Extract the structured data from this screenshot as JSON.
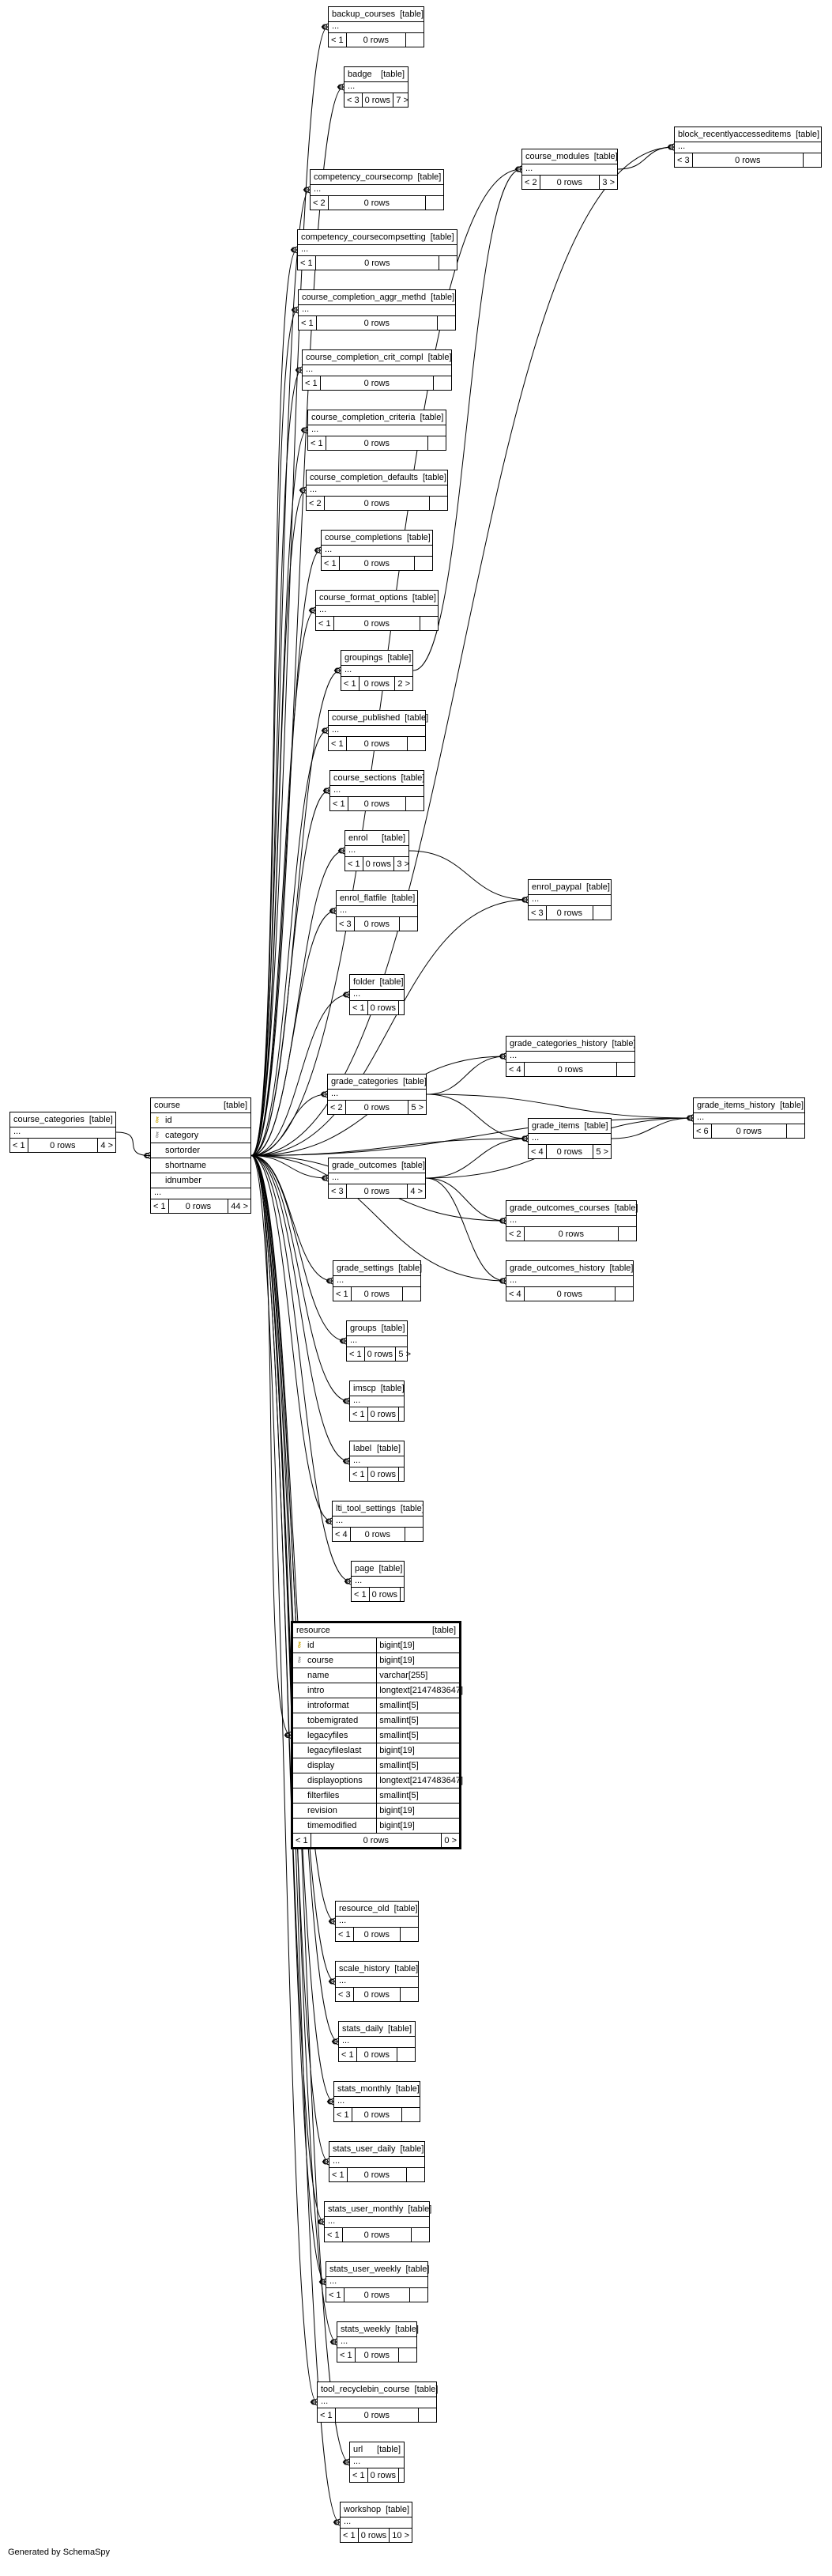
{
  "generated_by": "Generated by SchemaSpy",
  "key_glyph": "⚷",
  "tables": [
    {
      "id": "course_categories",
      "name": "course_categories",
      "kind": "[table]",
      "parents": "< 1",
      "rows": "0 rows",
      "children": "4 >"
    },
    {
      "id": "course",
      "name": "course",
      "kind": "[table]",
      "columns": [
        {
          "name": "id",
          "key": "pk"
        },
        {
          "name": "category",
          "key": "fk"
        },
        {
          "name": "sortorder"
        },
        {
          "name": "shortname"
        },
        {
          "name": "idnumber"
        }
      ],
      "more": "...",
      "parents": "< 1",
      "rows": "0 rows",
      "children": "44 >"
    },
    {
      "id": "backup_courses",
      "name": "backup_courses",
      "kind": "[table]",
      "parents": "< 1",
      "rows": "0 rows",
      "children": ""
    },
    {
      "id": "badge",
      "name": "badge",
      "kind": "[table]",
      "parents": "< 3",
      "rows": "0 rows",
      "children": "7 >"
    },
    {
      "id": "block_recentlyaccesseditems",
      "name": "block_recentlyaccesseditems",
      "kind": "[table]",
      "parents": "< 3",
      "rows": "0 rows",
      "children": ""
    },
    {
      "id": "course_modules",
      "name": "course_modules",
      "kind": "[table]",
      "parents": "< 2",
      "rows": "0 rows",
      "children": "3 >"
    },
    {
      "id": "competency_coursecomp",
      "name": "competency_coursecomp",
      "kind": "[table]",
      "parents": "< 2",
      "rows": "0 rows",
      "children": ""
    },
    {
      "id": "competency_coursecompsetting",
      "name": "competency_coursecompsetting",
      "kind": "[table]",
      "parents": "< 1",
      "rows": "0 rows",
      "children": ""
    },
    {
      "id": "course_completion_aggr_methd",
      "name": "course_completion_aggr_methd",
      "kind": "[table]",
      "parents": "< 1",
      "rows": "0 rows",
      "children": ""
    },
    {
      "id": "course_completion_crit_compl",
      "name": "course_completion_crit_compl",
      "kind": "[table]",
      "parents": "< 1",
      "rows": "0 rows",
      "children": ""
    },
    {
      "id": "course_completion_criteria",
      "name": "course_completion_criteria",
      "kind": "[table]",
      "parents": "< 1",
      "rows": "0 rows",
      "children": ""
    },
    {
      "id": "course_completion_defaults",
      "name": "course_completion_defaults",
      "kind": "[table]",
      "parents": "< 2",
      "rows": "0 rows",
      "children": ""
    },
    {
      "id": "course_completions",
      "name": "course_completions",
      "kind": "[table]",
      "parents": "< 1",
      "rows": "0 rows",
      "children": ""
    },
    {
      "id": "course_format_options",
      "name": "course_format_options",
      "kind": "[table]",
      "parents": "< 1",
      "rows": "0 rows",
      "children": ""
    },
    {
      "id": "groupings",
      "name": "groupings",
      "kind": "[table]",
      "parents": "< 1",
      "rows": "0 rows",
      "children": "2 >"
    },
    {
      "id": "course_published",
      "name": "course_published",
      "kind": "[table]",
      "parents": "< 1",
      "rows": "0 rows",
      "children": ""
    },
    {
      "id": "course_sections",
      "name": "course_sections",
      "kind": "[table]",
      "parents": "< 1",
      "rows": "0 rows",
      "children": ""
    },
    {
      "id": "enrol",
      "name": "enrol",
      "kind": "[table]",
      "parents": "< 1",
      "rows": "0 rows",
      "children": "3 >"
    },
    {
      "id": "enrol_paypal",
      "name": "enrol_paypal",
      "kind": "[table]",
      "parents": "< 3",
      "rows": "0 rows",
      "children": ""
    },
    {
      "id": "enrol_flatfile",
      "name": "enrol_flatfile",
      "kind": "[table]",
      "parents": "< 3",
      "rows": "0 rows",
      "children": ""
    },
    {
      "id": "folder",
      "name": "folder",
      "kind": "[table]",
      "parents": "< 1",
      "rows": "0 rows",
      "children": ""
    },
    {
      "id": "grade_categories_history",
      "name": "grade_categories_history",
      "kind": "[table]",
      "parents": "< 4",
      "rows": "0 rows",
      "children": ""
    },
    {
      "id": "grade_categories",
      "name": "grade_categories",
      "kind": "[table]",
      "parents": "< 2",
      "rows": "0 rows",
      "children": "5 >"
    },
    {
      "id": "grade_items",
      "name": "grade_items",
      "kind": "[table]",
      "parents": "< 4",
      "rows": "0 rows",
      "children": "5 >"
    },
    {
      "id": "grade_items_history",
      "name": "grade_items_history",
      "kind": "[table]",
      "parents": "< 6",
      "rows": "0 rows",
      "children": ""
    },
    {
      "id": "grade_outcomes",
      "name": "grade_outcomes",
      "kind": "[table]",
      "parents": "< 3",
      "rows": "0 rows",
      "children": "4 >"
    },
    {
      "id": "grade_outcomes_courses",
      "name": "grade_outcomes_courses",
      "kind": "[table]",
      "parents": "< 2",
      "rows": "0 rows",
      "children": ""
    },
    {
      "id": "grade_outcomes_history",
      "name": "grade_outcomes_history",
      "kind": "[table]",
      "parents": "< 4",
      "rows": "0 rows",
      "children": ""
    },
    {
      "id": "grade_settings",
      "name": "grade_settings",
      "kind": "[table]",
      "parents": "< 1",
      "rows": "0 rows",
      "children": ""
    },
    {
      "id": "groups",
      "name": "groups",
      "kind": "[table]",
      "parents": "< 1",
      "rows": "0 rows",
      "children": "5 >"
    },
    {
      "id": "imscp",
      "name": "imscp",
      "kind": "[table]",
      "parents": "< 1",
      "rows": "0 rows",
      "children": ""
    },
    {
      "id": "label",
      "name": "label",
      "kind": "[table]",
      "parents": "< 1",
      "rows": "0 rows",
      "children": ""
    },
    {
      "id": "lti_tool_settings",
      "name": "lti_tool_settings",
      "kind": "[table]",
      "parents": "< 4",
      "rows": "0 rows",
      "children": ""
    },
    {
      "id": "page",
      "name": "page",
      "kind": "[table]",
      "parents": "< 1",
      "rows": "0 rows",
      "children": ""
    },
    {
      "id": "resource",
      "name": "resource",
      "kind": "[table]",
      "focus": true,
      "columns": [
        {
          "name": "id",
          "type": "bigint[19]",
          "key": "pk"
        },
        {
          "name": "course",
          "type": "bigint[19]",
          "key": "fk"
        },
        {
          "name": "name",
          "type": "varchar[255]"
        },
        {
          "name": "intro",
          "type": "longtext[2147483647]"
        },
        {
          "name": "introformat",
          "type": "smallint[5]"
        },
        {
          "name": "tobemigrated",
          "type": "smallint[5]"
        },
        {
          "name": "legacyfiles",
          "type": "smallint[5]"
        },
        {
          "name": "legacyfileslast",
          "type": "bigint[19]"
        },
        {
          "name": "display",
          "type": "smallint[5]"
        },
        {
          "name": "displayoptions",
          "type": "longtext[2147483647]"
        },
        {
          "name": "filterfiles",
          "type": "smallint[5]"
        },
        {
          "name": "revision",
          "type": "bigint[19]"
        },
        {
          "name": "timemodified",
          "type": "bigint[19]"
        }
      ],
      "parents": "< 1",
      "rows": "0 rows",
      "children": "0 >"
    },
    {
      "id": "resource_old",
      "name": "resource_old",
      "kind": "[table]",
      "parents": "< 1",
      "rows": "0 rows",
      "children": ""
    },
    {
      "id": "scale_history",
      "name": "scale_history",
      "kind": "[table]",
      "parents": "< 3",
      "rows": "0 rows",
      "children": ""
    },
    {
      "id": "stats_daily",
      "name": "stats_daily",
      "kind": "[table]",
      "parents": "< 1",
      "rows": "0 rows",
      "children": ""
    },
    {
      "id": "stats_monthly",
      "name": "stats_monthly",
      "kind": "[table]",
      "parents": "< 1",
      "rows": "0 rows",
      "children": ""
    },
    {
      "id": "stats_user_daily",
      "name": "stats_user_daily",
      "kind": "[table]",
      "parents": "< 1",
      "rows": "0 rows",
      "children": ""
    },
    {
      "id": "stats_user_monthly",
      "name": "stats_user_monthly",
      "kind": "[table]",
      "parents": "< 1",
      "rows": "0 rows",
      "children": ""
    },
    {
      "id": "stats_user_weekly",
      "name": "stats_user_weekly",
      "kind": "[table]",
      "parents": "< 1",
      "rows": "0 rows",
      "children": ""
    },
    {
      "id": "stats_weekly",
      "name": "stats_weekly",
      "kind": "[table]",
      "parents": "< 1",
      "rows": "0 rows",
      "children": ""
    },
    {
      "id": "tool_recyclebin_course",
      "name": "tool_recyclebin_course",
      "kind": "[table]",
      "parents": "< 1",
      "rows": "0 rows",
      "children": ""
    },
    {
      "id": "url",
      "name": "url",
      "kind": "[table]",
      "parents": "< 1",
      "rows": "0 rows",
      "children": ""
    },
    {
      "id": "workshop",
      "name": "workshop",
      "kind": "[table]",
      "parents": "< 1",
      "rows": "0 rows",
      "children": "10 >"
    }
  ],
  "relationships": [
    [
      "course_categories",
      "course"
    ],
    [
      "course",
      "backup_courses"
    ],
    [
      "course",
      "badge"
    ],
    [
      "course",
      "block_recentlyaccesseditems"
    ],
    [
      "course",
      "course_modules"
    ],
    [
      "course",
      "competency_coursecomp"
    ],
    [
      "course",
      "competency_coursecompsetting"
    ],
    [
      "course",
      "course_completion_aggr_methd"
    ],
    [
      "course",
      "course_completion_crit_compl"
    ],
    [
      "course",
      "course_completion_criteria"
    ],
    [
      "course",
      "course_completion_defaults"
    ],
    [
      "course",
      "course_completions"
    ],
    [
      "course",
      "course_format_options"
    ],
    [
      "course",
      "groupings"
    ],
    [
      "course",
      "course_published"
    ],
    [
      "course",
      "course_sections"
    ],
    [
      "course",
      "enrol"
    ],
    [
      "course",
      "enrol_paypal"
    ],
    [
      "course",
      "enrol_flatfile"
    ],
    [
      "course",
      "folder"
    ],
    [
      "course",
      "grade_categories_history"
    ],
    [
      "course",
      "grade_categories"
    ],
    [
      "course",
      "grade_items"
    ],
    [
      "course",
      "grade_items_history"
    ],
    [
      "course",
      "grade_outcomes"
    ],
    [
      "course",
      "grade_outcomes_courses"
    ],
    [
      "course",
      "grade_outcomes_history"
    ],
    [
      "course",
      "grade_settings"
    ],
    [
      "course",
      "groups"
    ],
    [
      "course",
      "imscp"
    ],
    [
      "course",
      "label"
    ],
    [
      "course",
      "lti_tool_settings"
    ],
    [
      "course",
      "page"
    ],
    [
      "course",
      "resource"
    ],
    [
      "course",
      "resource_old"
    ],
    [
      "course",
      "scale_history"
    ],
    [
      "course",
      "stats_daily"
    ],
    [
      "course",
      "stats_monthly"
    ],
    [
      "course",
      "stats_user_daily"
    ],
    [
      "course",
      "stats_user_monthly"
    ],
    [
      "course",
      "stats_user_weekly"
    ],
    [
      "course",
      "stats_weekly"
    ],
    [
      "course",
      "tool_recyclebin_course"
    ],
    [
      "course",
      "url"
    ],
    [
      "course",
      "workshop"
    ],
    [
      "course_modules",
      "block_recentlyaccesseditems"
    ],
    [
      "groupings",
      "course_modules"
    ],
    [
      "enrol",
      "enrol_paypal"
    ],
    [
      "grade_categories",
      "grade_categories_history"
    ],
    [
      "grade_categories",
      "grade_items"
    ],
    [
      "grade_categories",
      "grade_items_history"
    ],
    [
      "grade_items",
      "grade_items_history"
    ],
    [
      "grade_outcomes",
      "grade_items"
    ],
    [
      "grade_outcomes",
      "grade_items_history"
    ],
    [
      "grade_outcomes",
      "grade_outcomes_courses"
    ],
    [
      "grade_outcomes",
      "grade_outcomes_history"
    ]
  ]
}
